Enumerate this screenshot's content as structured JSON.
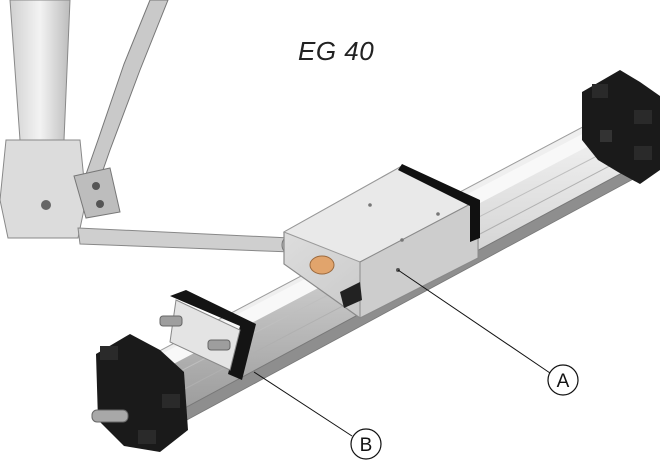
{
  "figure": {
    "title": "EG 40",
    "callouts": [
      {
        "id": "A",
        "label": "A"
      },
      {
        "id": "B",
        "label": "B"
      }
    ]
  }
}
